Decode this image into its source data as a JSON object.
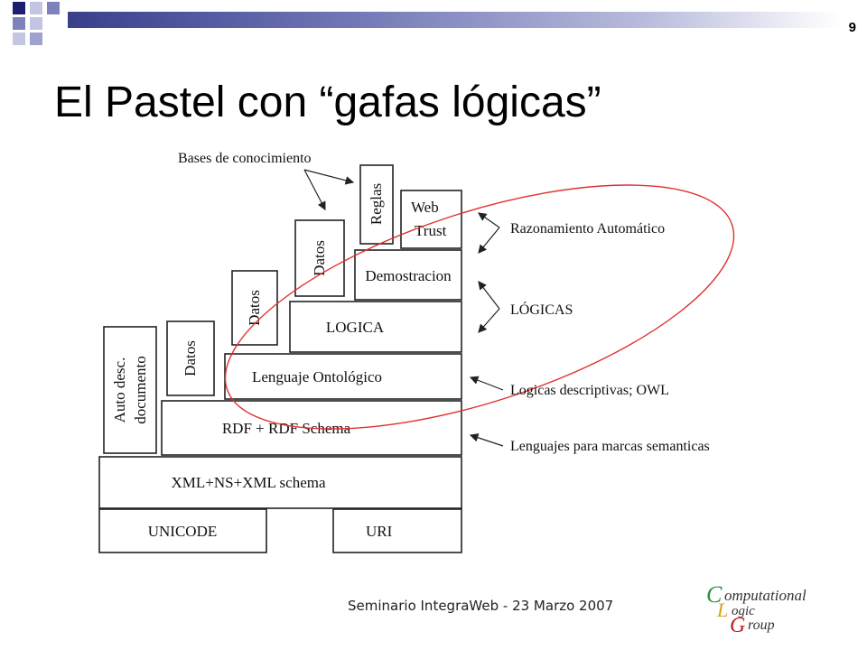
{
  "slide": {
    "number": "9",
    "title": "El Pastel con “gafas lógicas”",
    "footer": "Seminario IntegraWeb - 23 Marzo 2007"
  },
  "diagram": {
    "blocks": {
      "unicode": "UNICODE",
      "uri": "URI",
      "xml": "XML+NS+XML schema",
      "rdf": "RDF + RDF Schema",
      "ontology": "Lenguaje Ontológico",
      "logic": "LOGICA",
      "proof": "Demostracion",
      "web": "Web",
      "trust": "Trust",
      "auto_line1": "Auto desc.",
      "auto_line2": "documento",
      "datos": "Datos",
      "reglas": "Reglas"
    },
    "annotations": {
      "knowledge_bases": "Bases de conocimiento",
      "auto_reasoning": "Razonamiento Automático",
      "logics": "LÓGICAS",
      "descriptive_logics": "Logicas descriptivas; OWL",
      "markup_languages": "Lenguajes para marcas semanticas"
    },
    "colors": {
      "ellipse": "#e03030",
      "boxes": "#222222"
    }
  },
  "logo": {
    "line1": "omputational",
    "line2": "ogic",
    "line3": "roup",
    "initials": [
      "C",
      "L",
      "G"
    ],
    "colors": {
      "c": "#2f8f3f",
      "l": "#d8a020",
      "g": "#c02020",
      "text": "#333333"
    }
  },
  "header": {
    "colors": {
      "dark": "#1c1f6e",
      "medium": "#7d82bd",
      "light": "#c3c6e2"
    }
  }
}
